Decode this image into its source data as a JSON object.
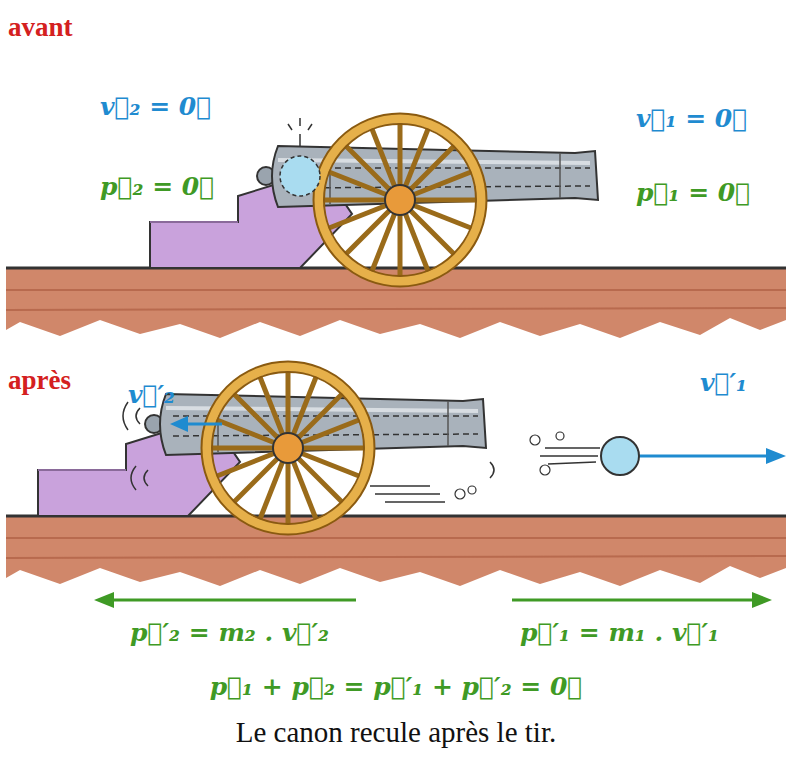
{
  "diagram": {
    "caption": "Le canon recule après le tir.",
    "labels": [
      "avant",
      "v⃗₂ = 0⃗",
      "p⃗₂ = 0⃗",
      "v⃗₁ = 0⃗",
      "p⃗₁ = 0⃗",
      "après",
      "v⃗′₂",
      "v⃗′₁",
      "p⃗′₂ = m₂ . v⃗′₂",
      "p⃗′₁ = m₁ . v⃗′₁",
      "p⃗₁ + p⃗₂ = p⃗′₁ + p⃗′₂ = 0⃗"
    ]
  }
}
